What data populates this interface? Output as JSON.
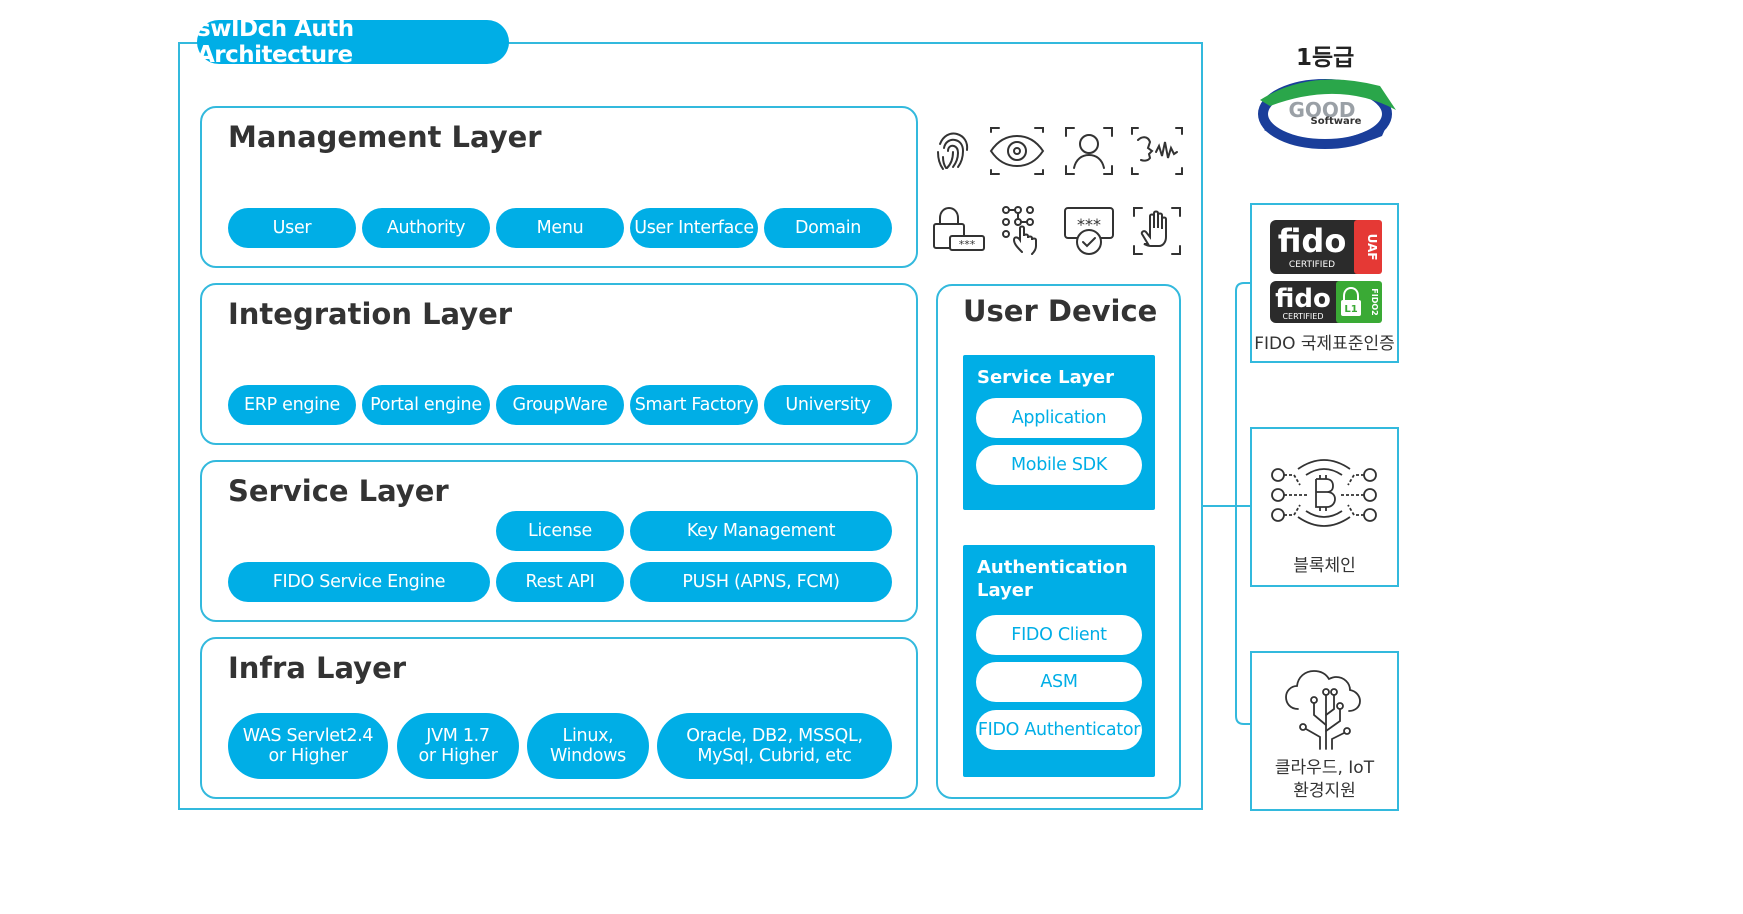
{
  "colors": {
    "accent": "#00aee6",
    "border": "#33b9dd",
    "text": "#333333"
  },
  "title": "swIDch Auth Architecture",
  "layers": [
    {
      "title": "Management Layer",
      "items": [
        "User",
        "Authority",
        "Menu",
        "User Interface",
        "Domain"
      ]
    },
    {
      "title": "Integration Layer",
      "items": [
        "ERP engine",
        "Portal engine",
        "GroupWare",
        "Smart Factory",
        "University"
      ]
    },
    {
      "title": "Service Layer",
      "items": [
        "License",
        "Key Management",
        "FIDO Service Engine",
        "Rest API",
        "PUSH (APNS, FCM)"
      ]
    },
    {
      "title": "Infra Layer",
      "items": [
        "WAS Servlet2.4\nor Higher",
        "JVM 1.7\nor Higher",
        "Linux,\nWindows",
        "Oracle, DB2, MSSQL,\nMySql, Cubrid, etc"
      ]
    }
  ],
  "user_device": {
    "title": "User Device",
    "service_layer": {
      "title": "Service Layer",
      "items": [
        "Application",
        "Mobile SDK"
      ]
    },
    "auth_layer": {
      "title": "Authentication\nLayer",
      "items": [
        "FIDO Client",
        "ASM",
        "FIDO Authenticator"
      ]
    }
  },
  "auth_icons": [
    "fingerprint-icon",
    "iris-icon",
    "face-icon",
    "voice-icon",
    "password-lock-icon",
    "pattern-icon",
    "pin-icon",
    "palm-icon"
  ],
  "certification": {
    "grade": "1등급",
    "good_software_logo": {
      "line1": "GOOD",
      "line2": "Software"
    },
    "fido_logo_uaf": {
      "brand": "fido",
      "sub": "CERTIFIED",
      "tag": "UAF"
    },
    "fido_logo_fido2": {
      "brand": "fido",
      "sub": "CERTIFIED",
      "tag": "FIDO2",
      "level": "L1"
    },
    "fido_label": "FIDO 국제표준인증",
    "blockchain_label": "블록체인",
    "cloud_label": "클라우드, IoT\n환경지원"
  }
}
